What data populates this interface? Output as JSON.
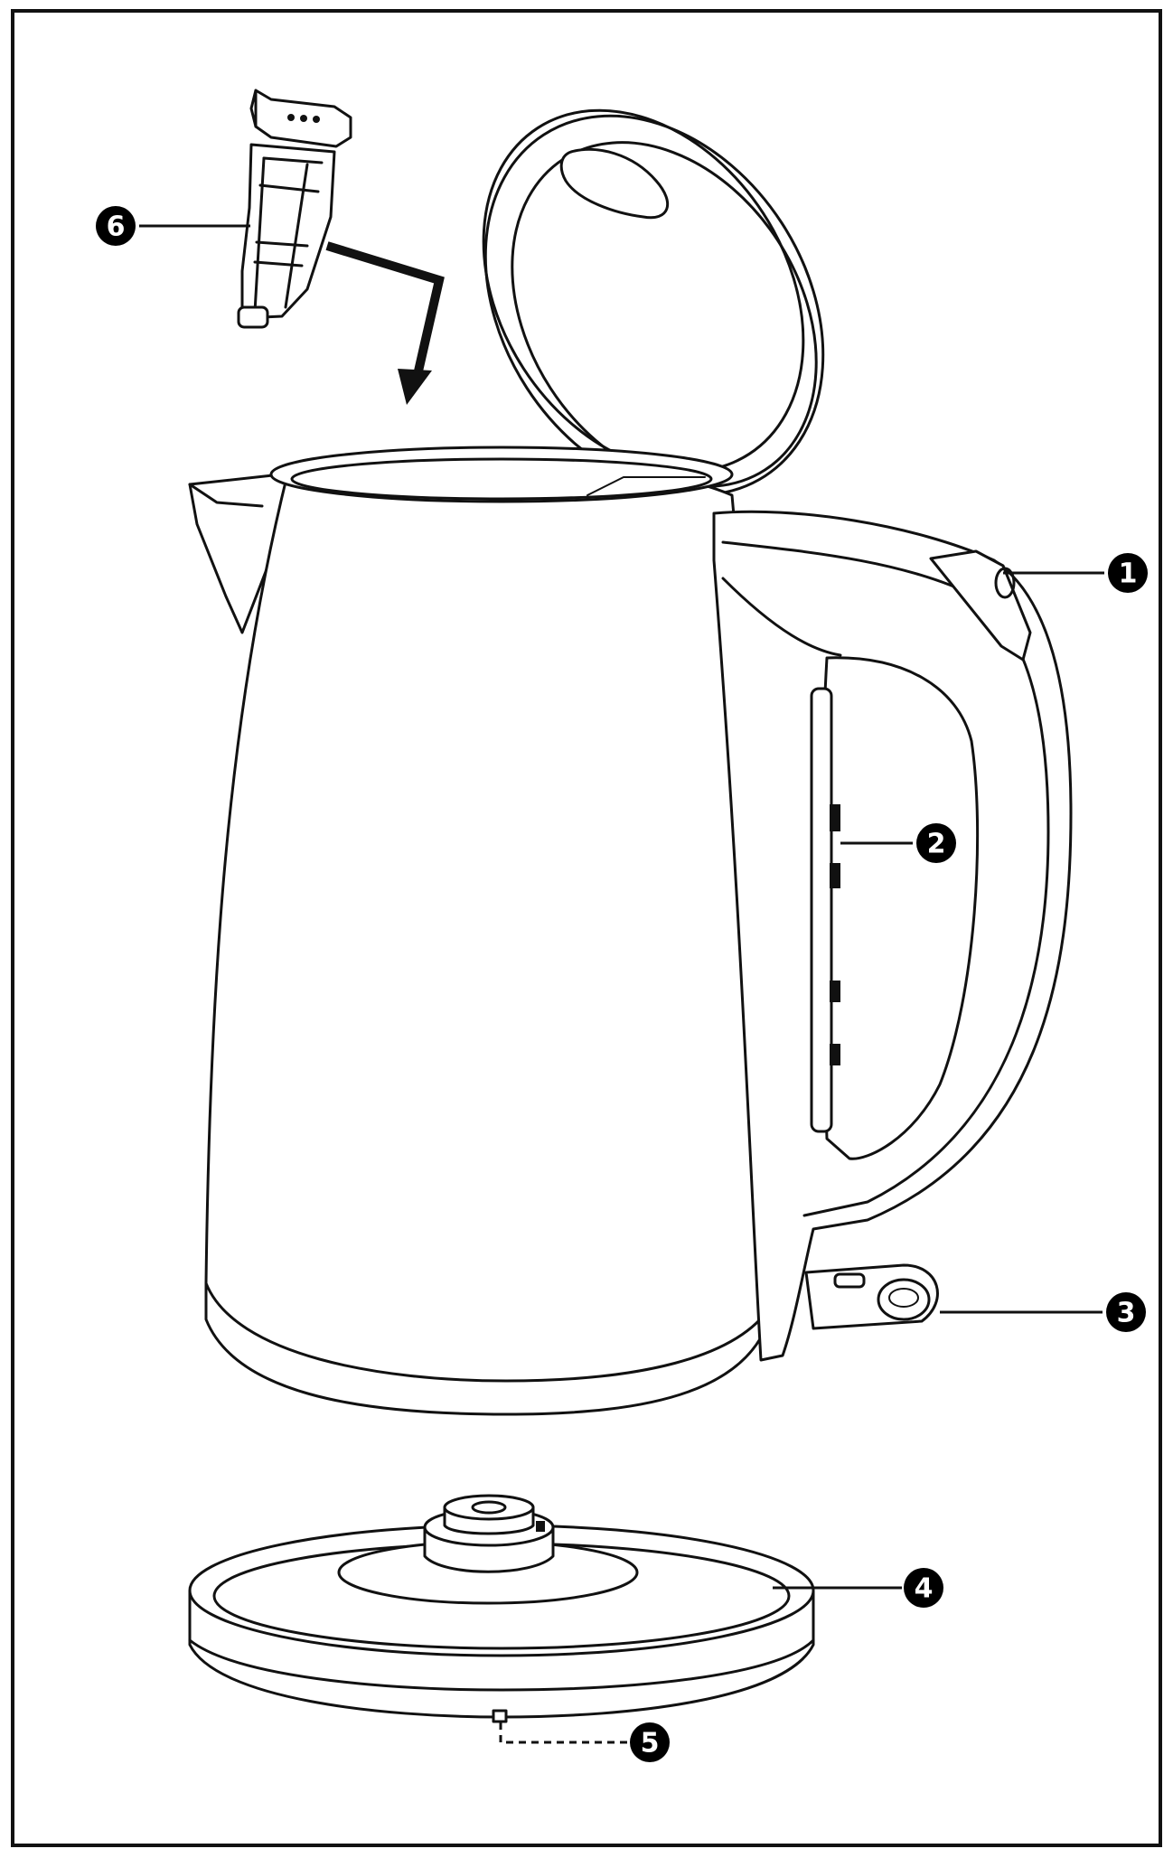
{
  "diagram": {
    "callouts": [
      {
        "id": "callout-1",
        "label": "1",
        "part": "lid-open-button"
      },
      {
        "id": "callout-2",
        "label": "2",
        "part": "water-level-window"
      },
      {
        "id": "callout-3",
        "label": "3",
        "part": "on-off-switch"
      },
      {
        "id": "callout-4",
        "label": "4",
        "part": "power-base"
      },
      {
        "id": "callout-5",
        "label": "5",
        "part": "cord-storage"
      },
      {
        "id": "callout-6",
        "label": "6",
        "part": "limescale-filter"
      }
    ]
  }
}
